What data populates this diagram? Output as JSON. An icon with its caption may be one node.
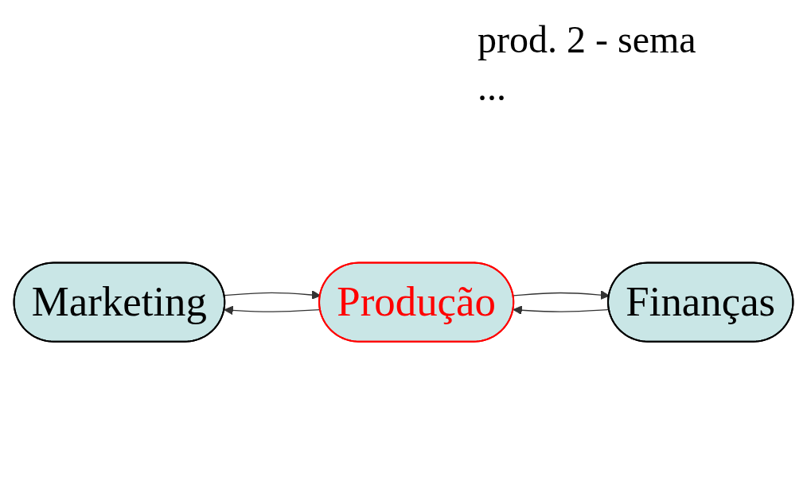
{
  "diagram": {
    "nodes": [
      {
        "text": [
          "Marketing"
        ]
      },
      {
        "text": [
          "Produção"
        ]
      },
      {
        "text": [
          "Finanças"
        ]
      }
    ],
    "edges": [
      {
        "from": 0,
        "to": 1,
        "arrow": "to"
      },
      {
        "from": 1,
        "to": 0,
        "arrow": "to"
      },
      {
        "from": 1,
        "to": 2,
        "arrow": "to"
      },
      {
        "from": 2,
        "to": 1,
        "arrow": "to"
      }
    ],
    "labels": [
      "prod. 2 - sema",
      "..."
    ]
  }
}
